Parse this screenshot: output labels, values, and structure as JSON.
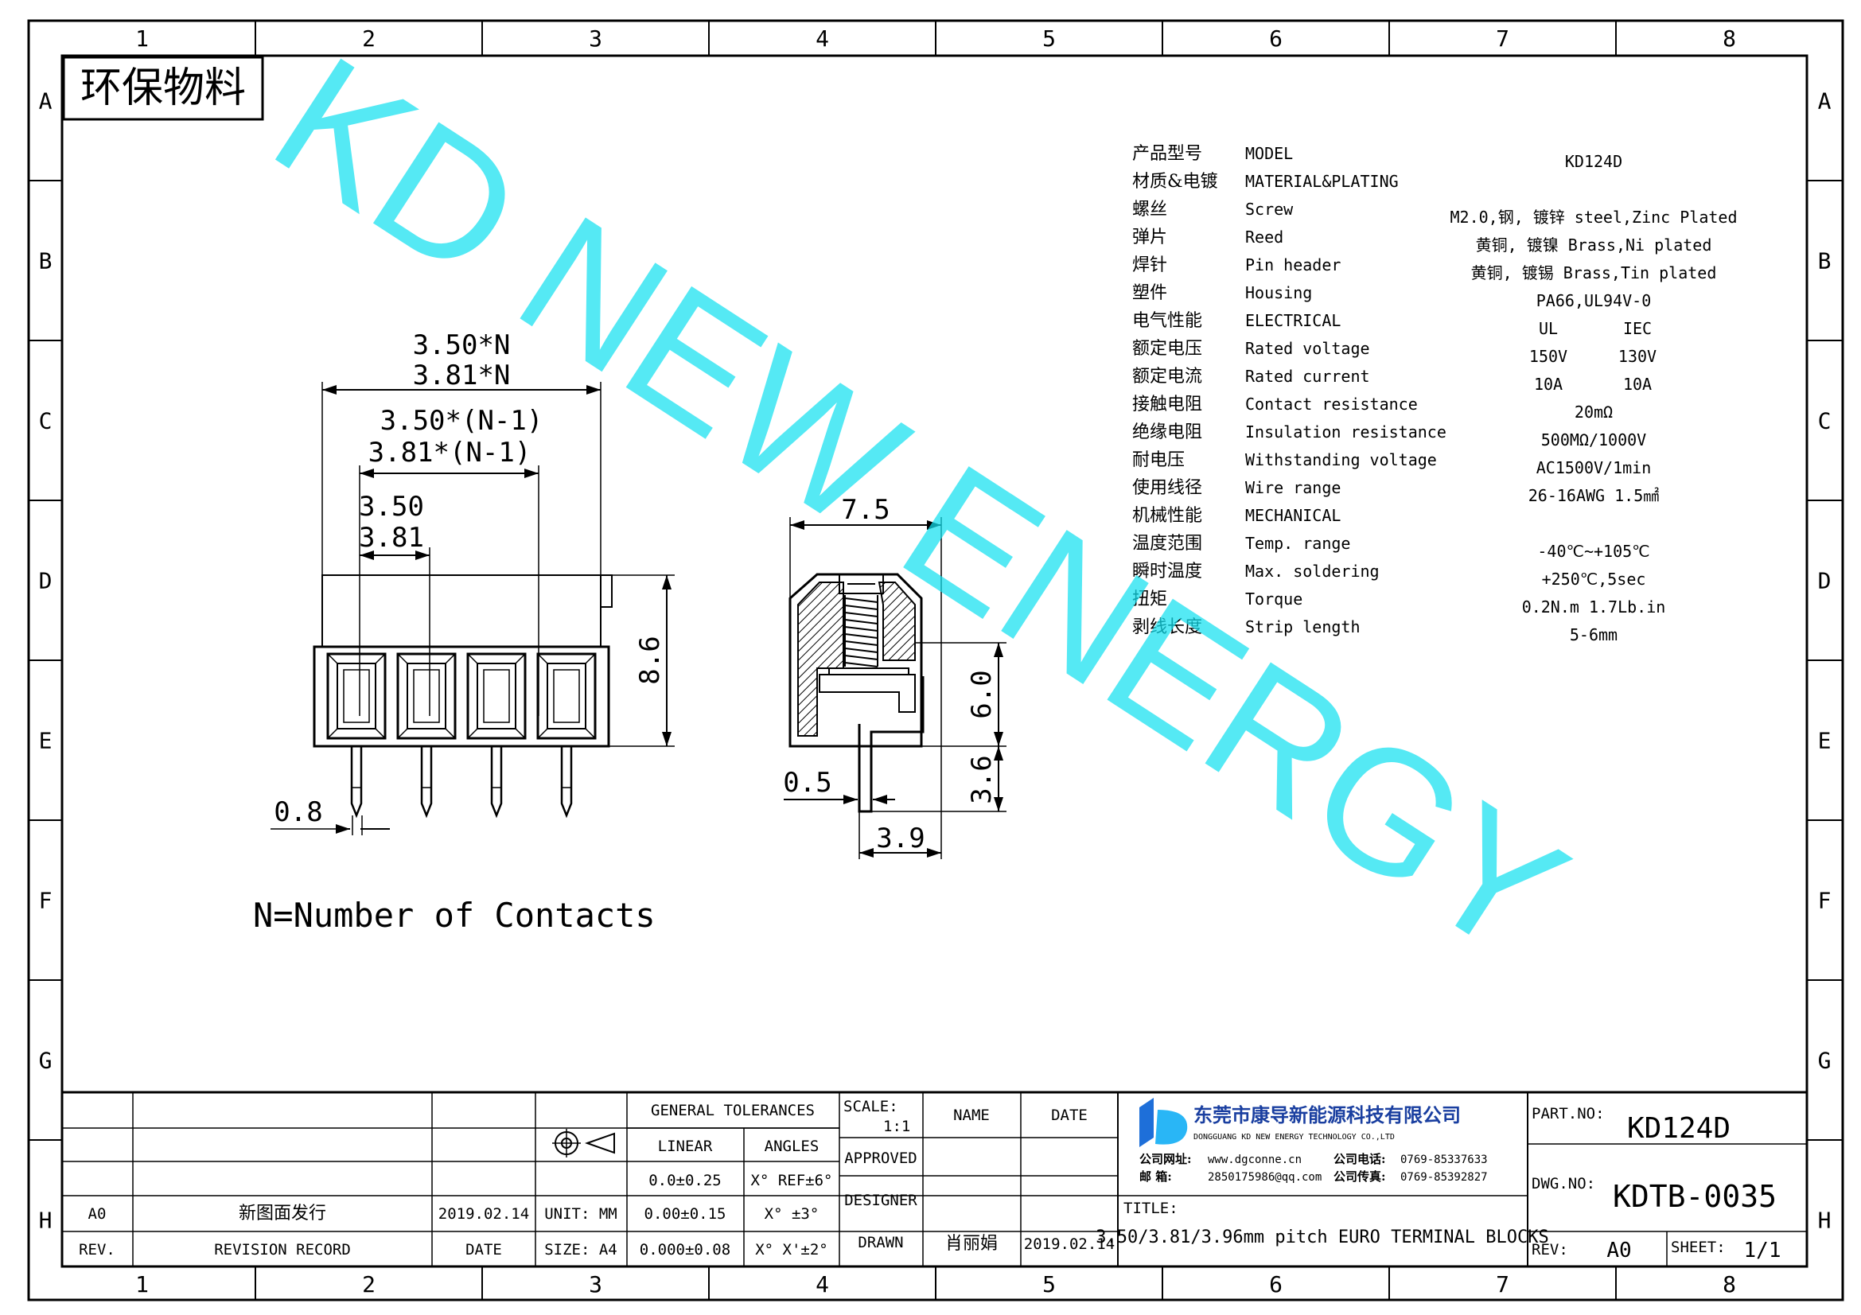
{
  "border": {
    "columns": [
      "1",
      "2",
      "3",
      "4",
      "5",
      "6",
      "7",
      "8"
    ],
    "rows": [
      "A",
      "B",
      "C",
      "D",
      "E",
      "F",
      "G",
      "H"
    ]
  },
  "stamp": "环保物料",
  "watermark": "KD NEW ENERGY",
  "dimensions": {
    "overall_350": "3.50*N",
    "overall_381": "3.81*N",
    "span_350": "3.50*(N-1)",
    "span_381": "3.81*(N-1)",
    "pitch_350": "3.50",
    "pitch_381": "3.81",
    "height": "8.6",
    "pin_width": "0.8",
    "side_width": "7.5",
    "side_height": "6.0",
    "pin_len": "3.6",
    "pin_thick": "0.5",
    "pin_offset": "3.9"
  },
  "note": "N=Number of Contacts",
  "specs": [
    {
      "cn": "产品型号",
      "en": "MODEL",
      "v1": "KD124D",
      "v2": ""
    },
    {
      "cn": "材质&电镀",
      "en": "MATERIAL&PLATING",
      "v1": "",
      "v2": ""
    },
    {
      "cn": "螺丝",
      "en": "Screw",
      "v1": "M2.0,钢, 镀锌 steel,Zinc Plated",
      "v2": ""
    },
    {
      "cn": "弹片",
      "en": "Reed",
      "v1": "黄铜, 镀镍 Brass,Ni plated",
      "v2": ""
    },
    {
      "cn": "焊针",
      "en": "Pin header",
      "v1": "黄铜, 镀锡 Brass,Tin plated",
      "v2": ""
    },
    {
      "cn": "塑件",
      "en": "Housing",
      "v1": "PA66,UL94V-0",
      "v2": ""
    },
    {
      "cn": "电气性能",
      "en": "ELECTRICAL",
      "v1": "UL",
      "v2": "IEC"
    },
    {
      "cn": "额定电压",
      "en": "Rated voltage",
      "v1": "150V",
      "v2": "130V"
    },
    {
      "cn": "额定电流",
      "en": "Rated current",
      "v1": "10A",
      "v2": "10A"
    },
    {
      "cn": "接触电阻",
      "en": "Contact resistance",
      "v1": "20mΩ",
      "v2": ""
    },
    {
      "cn": "绝缘电阻",
      "en": "Insulation resistance",
      "v1": "500MΩ/1000V",
      "v2": ""
    },
    {
      "cn": "耐电压",
      "en": "Withstanding voltage",
      "v1": "AC1500V/1min",
      "v2": ""
    },
    {
      "cn": "使用线径",
      "en": "Wire range",
      "v1": "26-16AWG 1.5㎟",
      "v2": ""
    },
    {
      "cn": "机械性能",
      "en": "MECHANICAL",
      "v1": "",
      "v2": ""
    },
    {
      "cn": "温度范围",
      "en": "Temp. range",
      "v1": "-40℃~+105℃",
      "v2": ""
    },
    {
      "cn": "瞬时温度",
      "en": "Max. soldering",
      "v1": "+250℃,5sec",
      "v2": ""
    },
    {
      "cn": "扭矩",
      "en": "Torque",
      "v1": "0.2N.m  1.7Lb.in",
      "v2": ""
    },
    {
      "cn": "剥线长度",
      "en": "Strip length",
      "v1": "5-6mm",
      "v2": ""
    }
  ],
  "titleblock": {
    "rev_code": "A0",
    "rev_desc": "新图面发行",
    "rev_date": "2019.02.14",
    "rev_head": "REV.",
    "rev_record_head": "REVISION RECORD",
    "date_head": "DATE",
    "unit": "UNIT: MM",
    "size": "SIZE: A4",
    "tol_head": "GENERAL TOLERANCES",
    "linear_head": "LINEAR",
    "angles_head": "ANGLES",
    "tol_l1": "0.0±0.25",
    "tol_l2": "0.00±0.15",
    "tol_l3": "0.000±0.08",
    "tol_a1": "X° REF±6°",
    "tol_a2": "X° ±3°",
    "tol_a3": "X° X'±2°",
    "scale_label": "SCALE:",
    "scale_value": "1:1",
    "name_head": "NAME",
    "date_col_head": "DATE",
    "approved": "APPROVED",
    "designer": "DESIGNER",
    "drawn": "DRAWN",
    "drawn_name": "肖丽娟",
    "drawn_date": "2019.02.14",
    "company_cn": "东莞市康导新能源科技有限公司",
    "company_en": "DONGGUANG KD NEW ENERGY TECHNOLOGY CO.,LTD",
    "web_label": "公司网址:",
    "web": "www.dgconne.cn",
    "tel_label": "公司电话:",
    "tel": "0769-85337633",
    "mail_label": "邮    箱:",
    "mail": "2850175986@qq.com",
    "fax_label": "公司传真:",
    "fax": "0769-85392827",
    "title_label": "TITLE:",
    "title": "3.50/3.81/3.96mm pitch EURO TERMINAL BLOCKS",
    "part_label": "PART.NO:",
    "part_no": "KD124D",
    "dwg_label": "DWG.NO:",
    "dwg_no": "KDTB-0035",
    "rev_label": "REV:",
    "rev_value": "A0",
    "sheet_label": "SHEET:",
    "sheet_value": "1/1"
  }
}
